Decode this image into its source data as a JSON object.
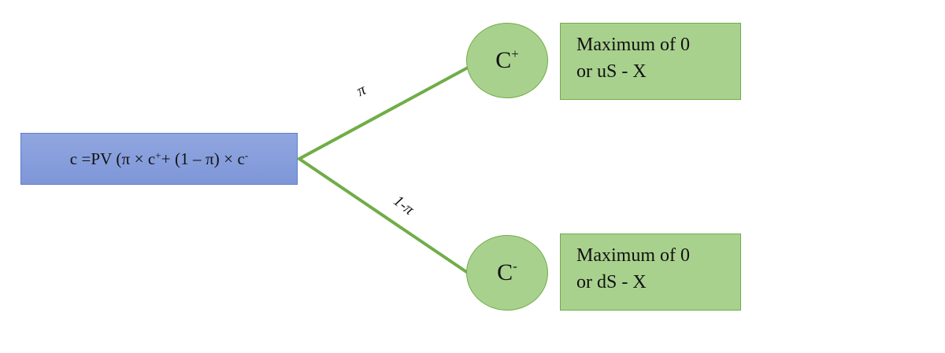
{
  "root": {
    "prefix": "c =PV (π × c",
    "sup1": "+",
    "middle": " + (1 – π) × c",
    "sup2": "-"
  },
  "branches": {
    "up": {
      "probability": "π",
      "node_label": "C",
      "node_sup": "+",
      "payoff_line1": "Maximum of 0",
      "payoff_line2": "or uS - X"
    },
    "down": {
      "probability": "1-π",
      "node_label": "C",
      "node_sup": "-",
      "payoff_line1": "Maximum of 0",
      "payoff_line2": "or dS - X"
    }
  },
  "colors": {
    "root_fill": "#8fa6e0",
    "root_border": "#5f7dc8",
    "node_fill": "#a9d18e",
    "node_border": "#70ad47",
    "edge": "#70ad47"
  }
}
